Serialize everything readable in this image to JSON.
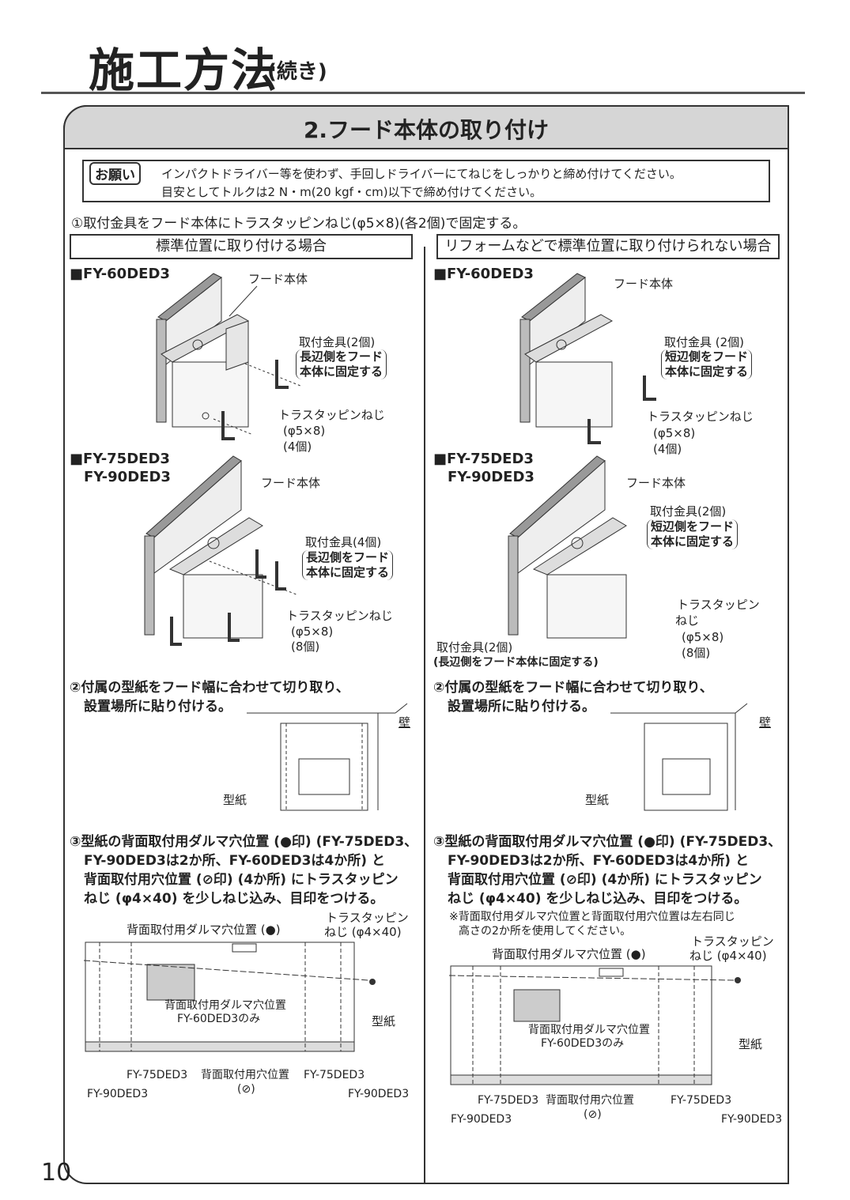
{
  "header": {
    "title": "施工方法",
    "subtitle": "(続き)"
  },
  "section": {
    "title": "2.フード本体の取り付け"
  },
  "notice": {
    "tag": "お願い",
    "line1": "インパクトドライバー等を使わず、手回しドライバーにてねじをしっかりと締め付けてください。",
    "line2": "目安としてトルクは2 N・m(20 kgf・cm)以下で締め付けてください。"
  },
  "step1": "①取付金具をフード本体にトラスタッピンねじ(φ5×8)(各2個)で固定する。",
  "left": {
    "header": "標準位置に取り付ける場合",
    "model_60": "■FY-60DED3",
    "hood_label_60": "フード本体",
    "bracket_60_l1": "取付金具(2個)",
    "bracket_60_l2": "長辺側をフード",
    "bracket_60_l3": "本体に固定する",
    "screw_60_l1": "トラスタッピンねじ",
    "screw_60_l2": "(φ5×8)",
    "screw_60_l3": "(4個)",
    "model_75": "■FY-75DED3",
    "model_90": "FY-90DED3",
    "hood_label_75": "フード本体",
    "bracket_75_l1": "取付金具(4個)",
    "bracket_75_l2": "長辺側をフード",
    "bracket_75_l3": "本体に固定する",
    "screw_75_l1": "トラスタッピンねじ",
    "screw_75_l2": "(φ5×8)",
    "screw_75_l3": "(8個)",
    "step2_l1": "②付属の型紙をフード幅に合わせて切り取り、",
    "step2_l2": "設置場所に貼り付ける。",
    "wall": "壁",
    "template": "型紙",
    "step3_l1": "③型紙の背面取付用ダルマ穴位置 (●印) (FY-75DED3、",
    "step3_l2": "FY-90DED3は2か所、FY-60DED3は4か所) と",
    "step3_l3": "背面取付用穴位置 (⊘印) (4か所) にトラスタッピン",
    "step3_l4": "ねじ (φ4×40) を少しねじ込み、目印をつける。",
    "daruma_top": "背面取付用ダルマ穴位置 (●)",
    "screw_top_l1": "トラスタッピン",
    "screw_top_l2": "ねじ (φ4×40)",
    "daruma_inner_l1": "背面取付用ダルマ穴位置",
    "daruma_inner_l2": "FY-60DED3のみ",
    "template_bottom": "型紙",
    "fy75_a": "FY-75DED3",
    "hole_pos": "背面取付用穴位置",
    "fy75_b": "FY-75DED3",
    "hole_mark": "(⊘)",
    "fy90_a": "FY-90DED3",
    "fy90_b": "FY-90DED3"
  },
  "right": {
    "header": "リフォームなどで標準位置に取り付けられない場合",
    "model_60": "■FY-60DED3",
    "hood_label_60": "フード本体",
    "bracket_60_l1": "取付金具 (2個)",
    "bracket_60_l2": "短辺側をフード",
    "bracket_60_l3": "本体に固定する",
    "screw_60_l1": "トラスタッピンねじ",
    "screw_60_l2": "(φ5×8)",
    "screw_60_l3": "(4個)",
    "model_75": "■FY-75DED3",
    "model_90": "FY-90DED3",
    "hood_label_75": "フード本体",
    "bracket_75_l1": "取付金具(2個)",
    "bracket_75_l2": "短辺側をフード",
    "bracket_75_l3": "本体に固定する",
    "screw_75_l1": "トラスタッピン",
    "screw_75_l2": "ねじ",
    "screw_75_l3": "(φ5×8)",
    "screw_75_l4": "(8個)",
    "bracket_long_l1": "取付金具(2個)",
    "bracket_long_l2": "(長辺側をフード本体に固定する)",
    "step2_l1": "②付属の型紙をフード幅に合わせて切り取り、",
    "step2_l2": "設置場所に貼り付ける。",
    "wall": "壁",
    "template": "型紙",
    "step3_l1": "③型紙の背面取付用ダルマ穴位置 (●印) (FY-75DED3、",
    "step3_l2": "FY-90DED3は2か所、FY-60DED3は4か所) と",
    "step3_l3": "背面取付用穴位置 (⊘印) (4か所) にトラスタッピン",
    "step3_l4": "ねじ (φ4×40) を少しねじ込み、目印をつける。",
    "note_l1": "※背面取付用ダルマ穴位置と背面取付用穴位置は左右同じ",
    "note_l2": "高さの2か所を使用してください。",
    "daruma_top": "背面取付用ダルマ穴位置 (●)",
    "screw_top_l1": "トラスタッピン",
    "screw_top_l2": "ねじ (φ4×40)",
    "daruma_inner_l1": "背面取付用ダルマ穴位置",
    "daruma_inner_l2": "FY-60DED3のみ",
    "template_bottom": "型紙",
    "fy75_a": "FY-75DED3",
    "hole_pos": "背面取付用穴位置",
    "fy75_b": "FY-75DED3",
    "hole_mark": "(⊘)",
    "fy90_a": "FY-90DED3",
    "fy90_b": "FY-90DED3"
  },
  "page_number": "10"
}
